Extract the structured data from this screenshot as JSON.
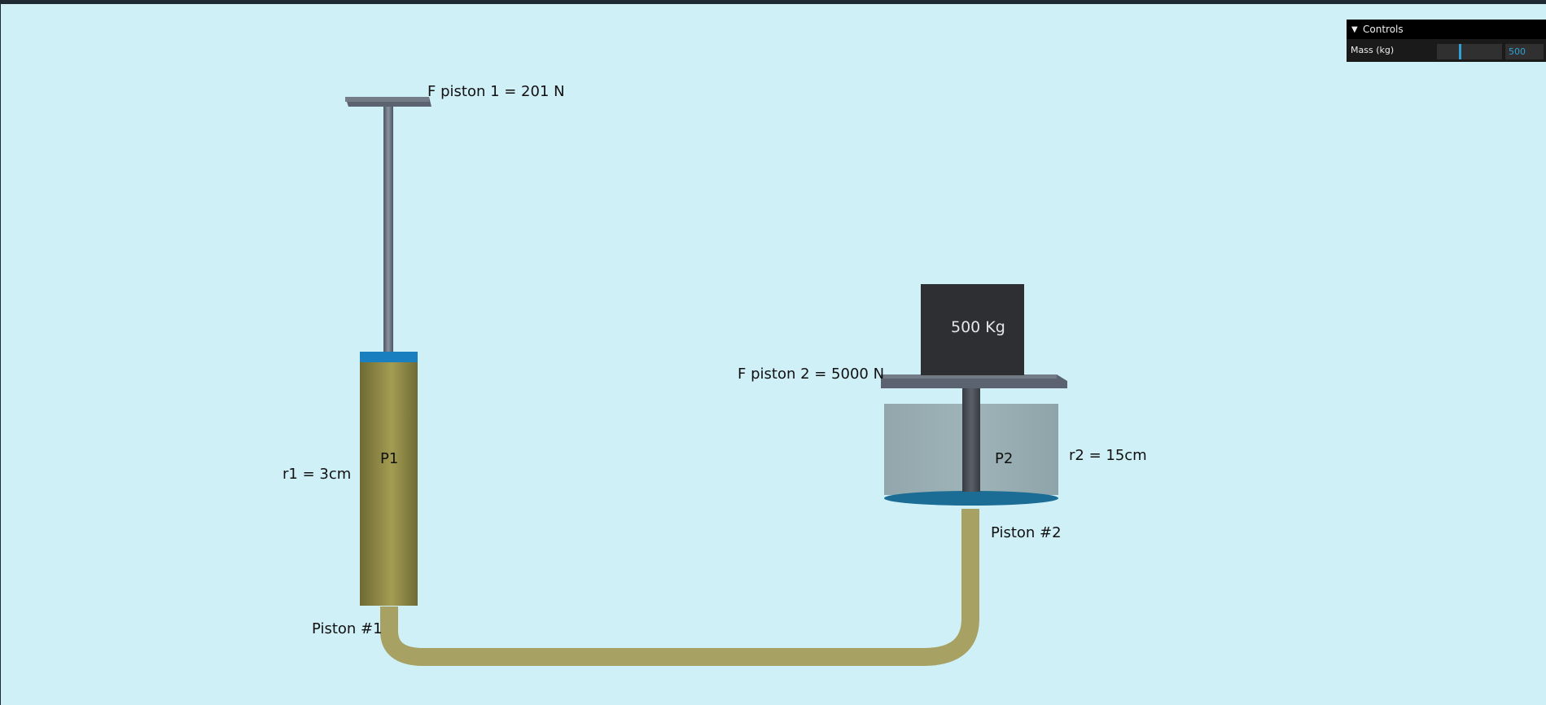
{
  "labels": {
    "f_piston1": "F piston 1 = 201 N",
    "f_piston2": "F piston 2 = 5000 N",
    "p1": "P1",
    "p2": "P2",
    "r1": "r1 = 3cm",
    "r2": "r2 = 15cm",
    "piston1": "Piston #1",
    "piston2": "Piston #2",
    "mass_block": "500 Kg"
  },
  "controls": {
    "title": "Controls",
    "mass_label": "Mass (kg)",
    "mass_value": "500",
    "mass_fraction": 0.35
  },
  "colors": {
    "background": "#d0f0f8",
    "cylinder": "#8c8644",
    "pipe": "#a7a163",
    "fluid_blue": "#1a7fbf",
    "slider_accent": "#2fa1d6"
  }
}
